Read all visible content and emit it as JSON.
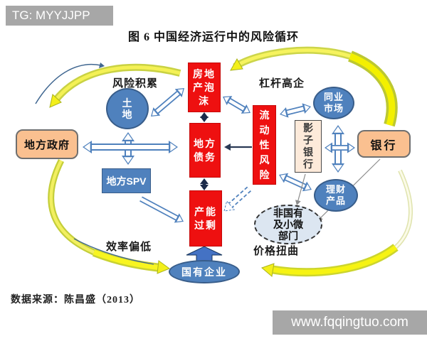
{
  "watermarks": {
    "tg": "TG: MYYJJPP",
    "site": "www.fqqingtuo.com"
  },
  "title": "图 6  中国经济运行中的风险循环",
  "source": "数据来源：陈昌盛（2013）",
  "labels": {
    "top_left": "风险积累",
    "top_right": "杠杆高企",
    "bottom_left": "效率偏低",
    "bottom_right": "价格扭曲"
  },
  "nodes": {
    "local_government": {
      "label": "地方政府"
    },
    "land": {
      "lines": [
        "土",
        "地"
      ]
    },
    "property_bubble": {
      "lines": [
        "房地",
        "产泡",
        "沫"
      ]
    },
    "local_debt": {
      "lines": [
        "地方",
        "债务"
      ]
    },
    "overcapacity": {
      "lines": [
        "产能",
        "过剩"
      ]
    },
    "liquidity_risk": {
      "lines": [
        "流",
        "动",
        "性",
        "风",
        "险"
      ]
    },
    "local_spv": {
      "label": "地方SPV"
    },
    "interbank_market": {
      "lines": [
        "同业",
        "市场"
      ]
    },
    "shadow_bank": {
      "lines": [
        "影",
        "子",
        "银",
        "行"
      ]
    },
    "bank": {
      "label": "银行"
    },
    "wealth_products": {
      "lines": [
        "理财",
        "产品"
      ]
    },
    "non_state_sector": {
      "lines": [
        "非国有",
        "及小微",
        "部门"
      ]
    },
    "soe": {
      "label": "国有企业"
    }
  },
  "colors": {
    "node_red": "#ee1010",
    "node_blue": "#4f81bd",
    "node_blue_border": "#385d8a",
    "node_orange": "#fac090",
    "node_tan": "#fdeada",
    "nonstate_fill": "#dce6f1",
    "ribbon_yellow": "#f6f312",
    "ribbon_olive": "#ccd52e",
    "connector_blue": "#4f81bd",
    "banner_gray": "#a7a7a7"
  }
}
